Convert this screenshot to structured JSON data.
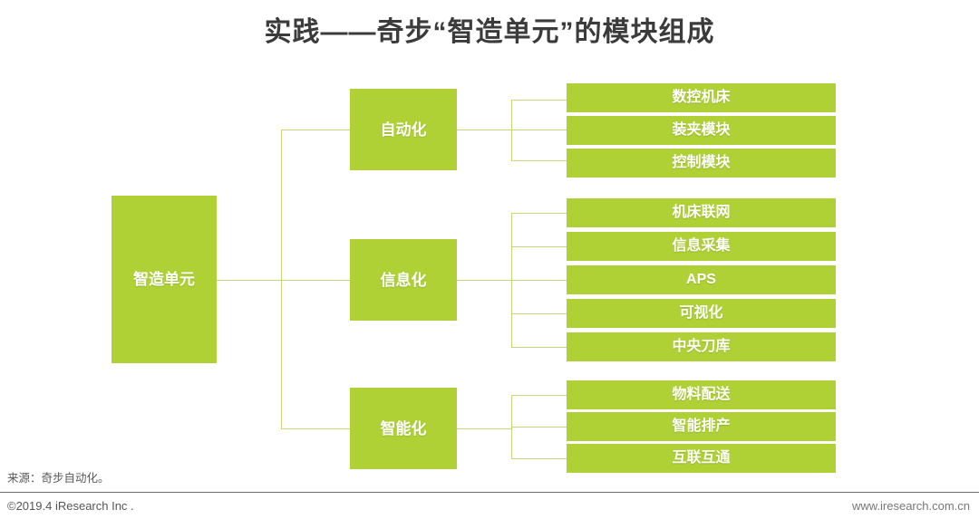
{
  "slide": {
    "title": "实践——奇步“智造单元”的模块组成",
    "accent_color": "#afd136",
    "line_color": "#c3d978",
    "title_color": "#3b3b3b",
    "background": "#ffffff"
  },
  "diagram": {
    "root": {
      "label": "智造单元"
    },
    "branches": [
      {
        "label": "自动化",
        "leaves": [
          {
            "label": "数控机床"
          },
          {
            "label": "装夹模块"
          },
          {
            "label": "控制模块"
          }
        ]
      },
      {
        "label": "信息化",
        "leaves": [
          {
            "label": "机床联网"
          },
          {
            "label": "信息采集"
          },
          {
            "label": "APS"
          },
          {
            "label": "可视化"
          },
          {
            "label": "中央刀库"
          }
        ]
      },
      {
        "label": "智能化",
        "leaves": [
          {
            "label": "物料配送"
          },
          {
            "label": "智能排产"
          },
          {
            "label": "互联互通"
          }
        ]
      }
    ]
  },
  "footer": {
    "source": "来源：奇步自动化。",
    "copyright": "©2019.4 iResearch Inc .",
    "url": "www.iresearch.com.cn"
  }
}
